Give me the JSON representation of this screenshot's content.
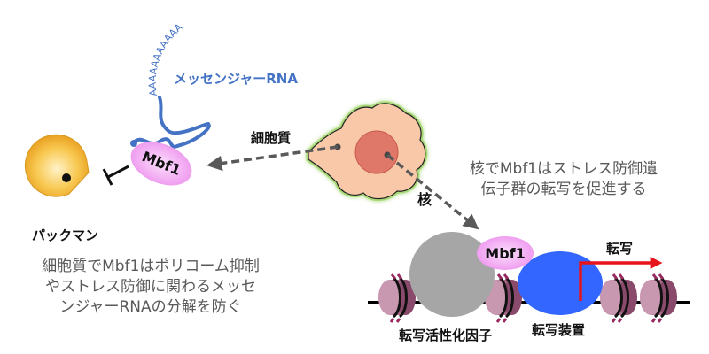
{
  "colors": {
    "rna": "#4472c4",
    "mbf1": "#f0a8f0",
    "pacman": "#f5b52a",
    "cell_body": "#f8c8a8",
    "cell_glow": "#a8d878",
    "nucleus": "#e0786a",
    "activator": "#a6a6a6",
    "machinery": "#3366ff",
    "transcription_arrow": "#e8141c",
    "nucleosome": "#a86888",
    "dna": "#000000",
    "arrow_dashed": "#595959",
    "description_text": "#595959"
  },
  "labels": {
    "poly_a_tail": "AAAAAAAAAAA",
    "mrna": "メッセンジャーRNA",
    "mbf1_cytoplasm": "Mbf1",
    "mbf1_nucleus": "Mbf1",
    "pacman": "パックマン",
    "cytoplasm": "細胞質",
    "nucleus": "核",
    "transcription": "転写",
    "activator": "転写活性化因子",
    "machinery": "転写装置"
  },
  "descriptions": {
    "cytoplasm_lines": [
      "細胞質でMbf1はポリコーム抑制",
      "やストレス防御に関わるメッセ",
      "ンジャーRNAの分解を防ぐ"
    ],
    "nucleus_lines": [
      "核でMbf1はストレス防御遺",
      "伝子群の転写を促進する"
    ]
  },
  "icons": {
    "pacman": "pacman-icon",
    "inhibition": "inhibition-bar-icon",
    "cell": "cell-icon",
    "nucleosome": "nucleosome-icon"
  }
}
